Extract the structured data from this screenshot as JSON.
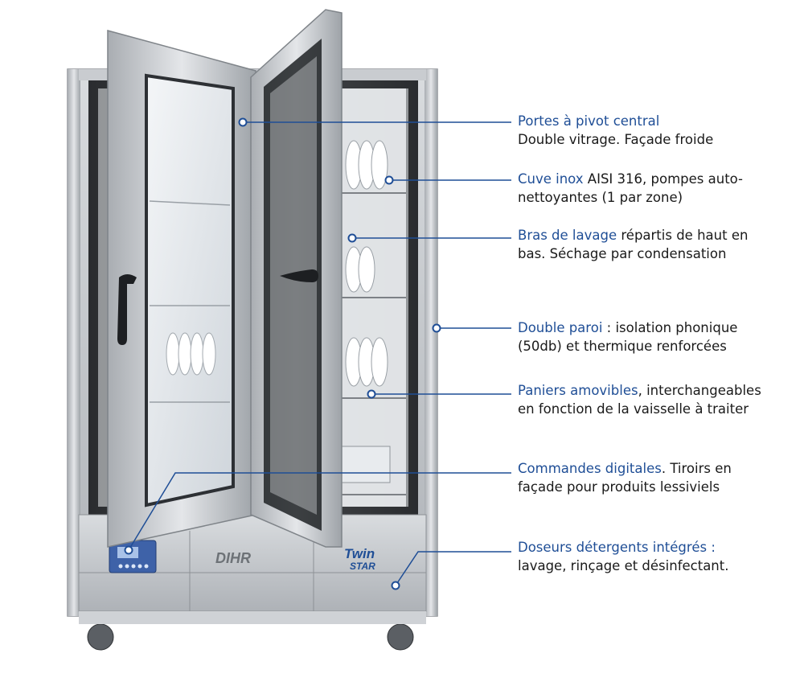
{
  "colors": {
    "accent": "#1f4e96",
    "text": "#1a1a1a",
    "steel": "#bfc3c8"
  },
  "brands": {
    "dihr": "DIHR",
    "twinstar_top": "Twin",
    "twinstar_bottom": "STAR"
  },
  "callouts": [
    {
      "highlight": "Portes à pivot central",
      "text_line1": "",
      "text_line2": "Double vitrage. Façade froide"
    },
    {
      "highlight": "Cuve inox",
      "text_line1": " AISI 316, pompes auto-",
      "text_line2": "nettoyantes (1 par zone)"
    },
    {
      "highlight": "Bras de lavage",
      "text_line1": " répartis de haut en",
      "text_line2": "bas. Séchage par condensation"
    },
    {
      "highlight": "Double paroi",
      "text_line1": " : isolation phonique",
      "text_line2": "(50db) et thermique renforcées"
    },
    {
      "highlight": "Paniers amovibles",
      "text_line1": ", interchangeables",
      "text_line2": "en fonction de la vaisselle à traiter"
    },
    {
      "highlight": "Commandes digitales",
      "text_line1": ". Tiroirs en",
      "text_line2": "façade pour produits lessiviels"
    },
    {
      "highlight": "Doseurs détergents intégrés :",
      "text_line1": "",
      "text_line2": "lavage, rinçage et désinfectant."
    }
  ]
}
